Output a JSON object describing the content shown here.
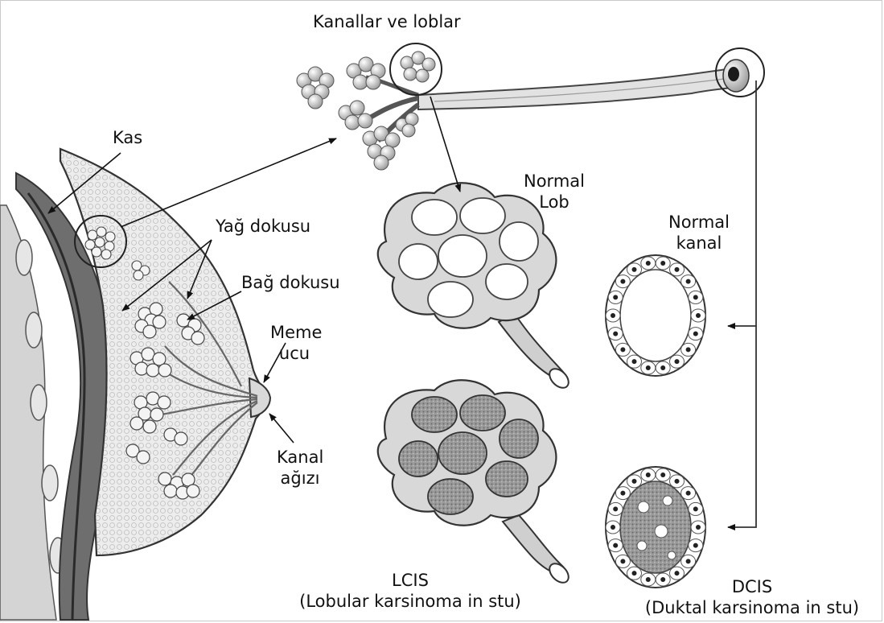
{
  "labels": {
    "ducts_lobes": "Kanallar ve loblar",
    "muscle": "Kas",
    "fat_tissue": "Yağ dokusu",
    "connective_tissue": "Bağ dokusu",
    "nipple_line1": "Meme",
    "nipple_line2": "ucu",
    "duct_opening_line1": "Kanal",
    "duct_opening_line2": "ağızı",
    "normal_lobe_line1": "Normal",
    "normal_lobe_line2": "Lob",
    "normal_duct_line1": "Normal",
    "normal_duct_line2": "kanal",
    "lcis_line1": "LCIS",
    "lcis_line2": "(Lobular karsinoma in stu)",
    "dcis_line1": "DCIS",
    "dcis_line2": "(Duktal karsinoma in stu)"
  }
}
